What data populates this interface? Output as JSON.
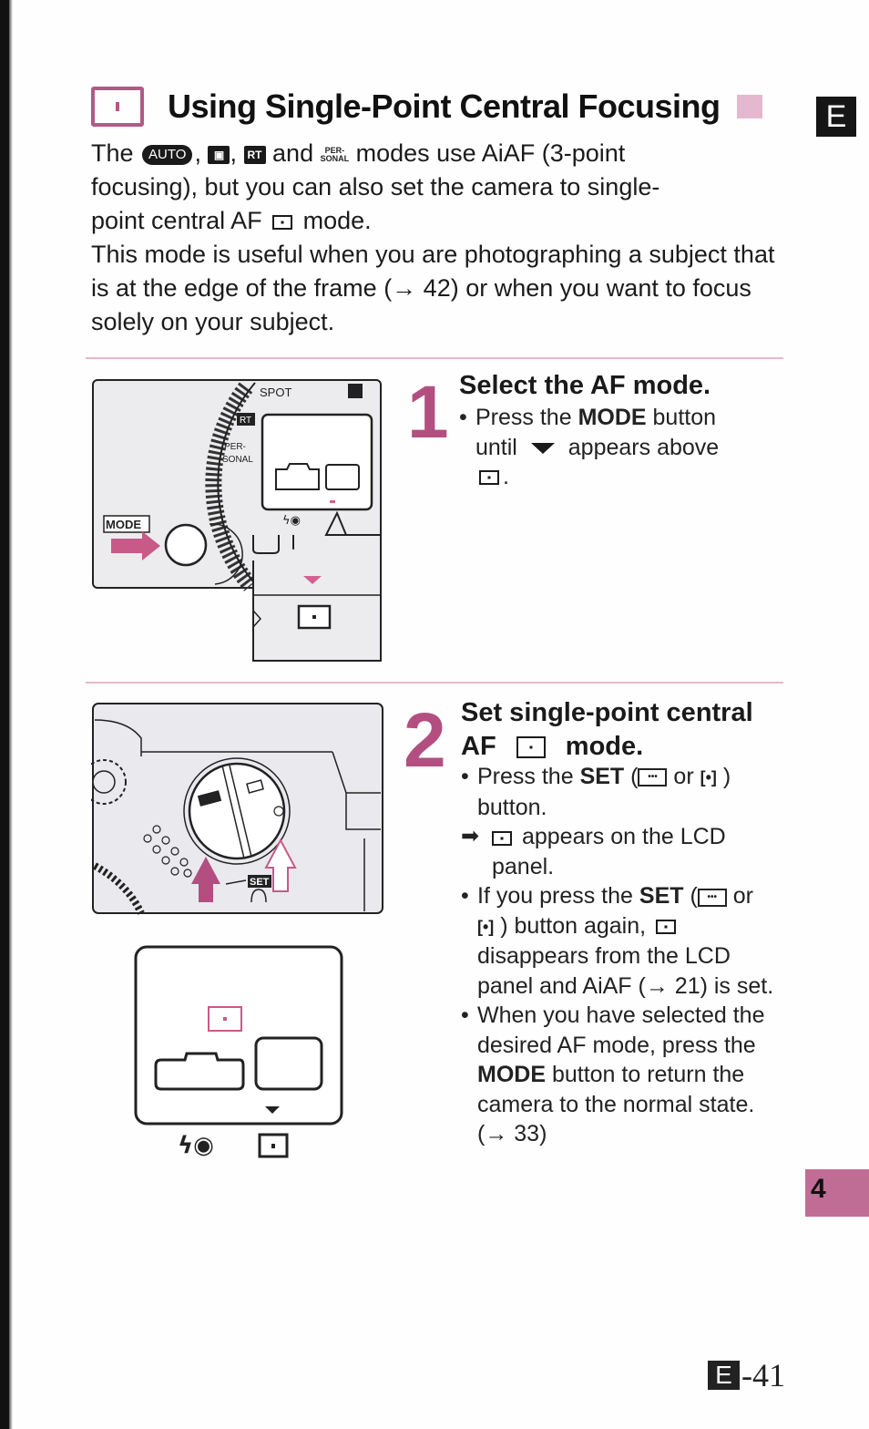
{
  "page": {
    "language_tab": "E",
    "chapter_tab": "4",
    "page_number_prefix": "E",
    "page_number": "-41"
  },
  "header": {
    "title": "Using Single-Point Central Focusing",
    "title_icon": "single-point-af-icon",
    "accent_color": "#b05a86"
  },
  "intro": {
    "line1_a": "The",
    "auto_symbol": "AUTO",
    "sep1": ",",
    "sep2": ",",
    "rt_symbol": "RT",
    "and": "and",
    "personal_symbol_top": "PER-",
    "personal_symbol_bottom": "SONAL",
    "line1_b": "modes use AiAF (3-point",
    "line2": "focusing), but you can also set the camera to single-",
    "line3_a": "point central AF",
    "line3_b": "mode.",
    "para2": "This mode is useful when you are photographing a subject that is at the edge of the frame (→ 42) or when you want to focus solely on your subject."
  },
  "steps": [
    {
      "number": "1",
      "title": "Select the AF mode.",
      "bullets": [
        {
          "bullet": "•",
          "text_a": "Press the",
          "bold": "MODE",
          "text_b": "button until",
          "text_c": "appears above",
          "text_d": "."
        }
      ],
      "illustration": {
        "labels": {
          "mode_button": "MODE",
          "spot": "SPOT",
          "rt": "RT",
          "personal": "PER-\nSONAL",
          "flash_eye": "ϟ◉"
        }
      }
    },
    {
      "number": "2",
      "title_a": "Set single-point central",
      "title_b_pre": "AF",
      "title_b_post": "mode.",
      "bullets": [
        {
          "bullet": "•",
          "text_a": "Press the",
          "bold": "SET",
          "text_b": "(",
          "or": "or",
          "text_c": ")",
          "text_d": "button."
        },
        {
          "arrow": "➡",
          "text": "appears on the LCD panel."
        },
        {
          "bullet": "•",
          "text_a": "If you press the",
          "bold": "SET",
          "text_b": "(",
          "or": "or",
          "text_c": ") button again,",
          "text_d": "disappears from the LCD panel and AiAF (→ 21) is set."
        },
        {
          "bullet": "•",
          "text_a": "When you have selected the desired AF mode, press the",
          "bold": "MODE",
          "text_b": "button to return the camera to the normal state. (→ 33)"
        }
      ],
      "illustration": {
        "labels": {
          "set": "SET",
          "flash_eye": "ϟ◉"
        }
      }
    }
  ]
}
